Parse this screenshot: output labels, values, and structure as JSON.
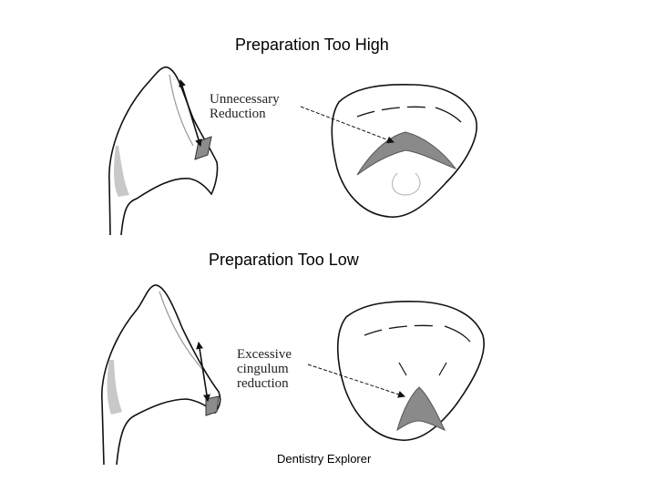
{
  "titles": {
    "high": "Preparation Too High",
    "low": "Preparation Too Low"
  },
  "labels": {
    "high": [
      "Unnecessary",
      "Reduction"
    ],
    "low": [
      "Excessive",
      "cingulum",
      "reduction"
    ]
  },
  "footer": "Dentistry Explorer"
}
